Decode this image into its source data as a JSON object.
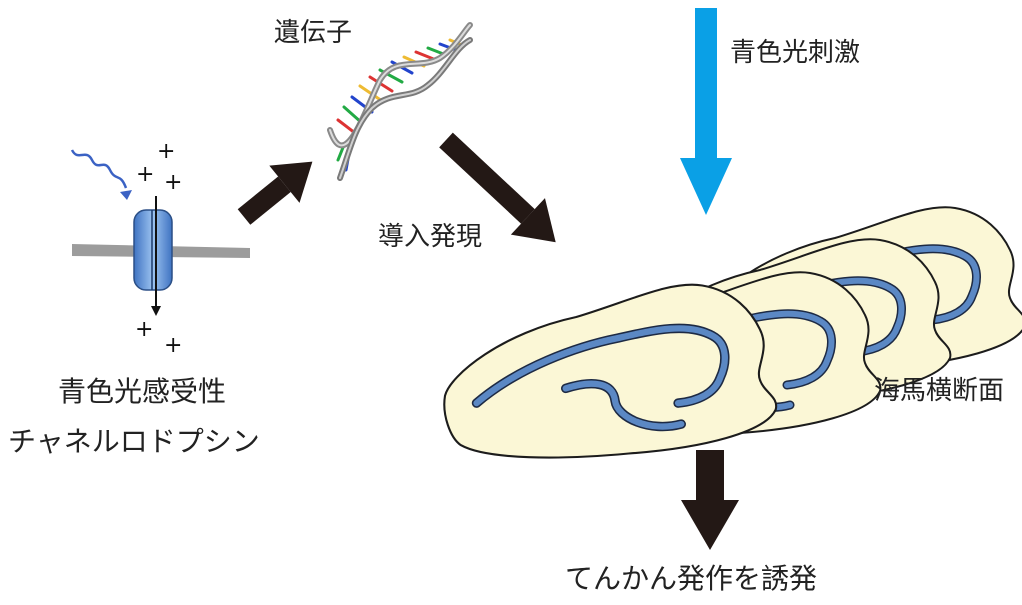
{
  "labels": {
    "gene": "遺伝子",
    "blue_light": "青色光刺激",
    "introduce": "導入発現",
    "hippocampus": "海馬横断面",
    "channel_line1": "青色光感受性",
    "channel_line2": "チャネルロドプシン",
    "seizure": "てんかん発作を誘発"
  },
  "colors": {
    "arrow_black": "#231815",
    "light_blue": "#0aa0e6",
    "slice_fill": "#fbf7d6",
    "slice_band": "#5b88c4",
    "channel_blue": "#5a8fd6",
    "membrane": "#9c9c9c",
    "wave": "#3b62c4"
  }
}
